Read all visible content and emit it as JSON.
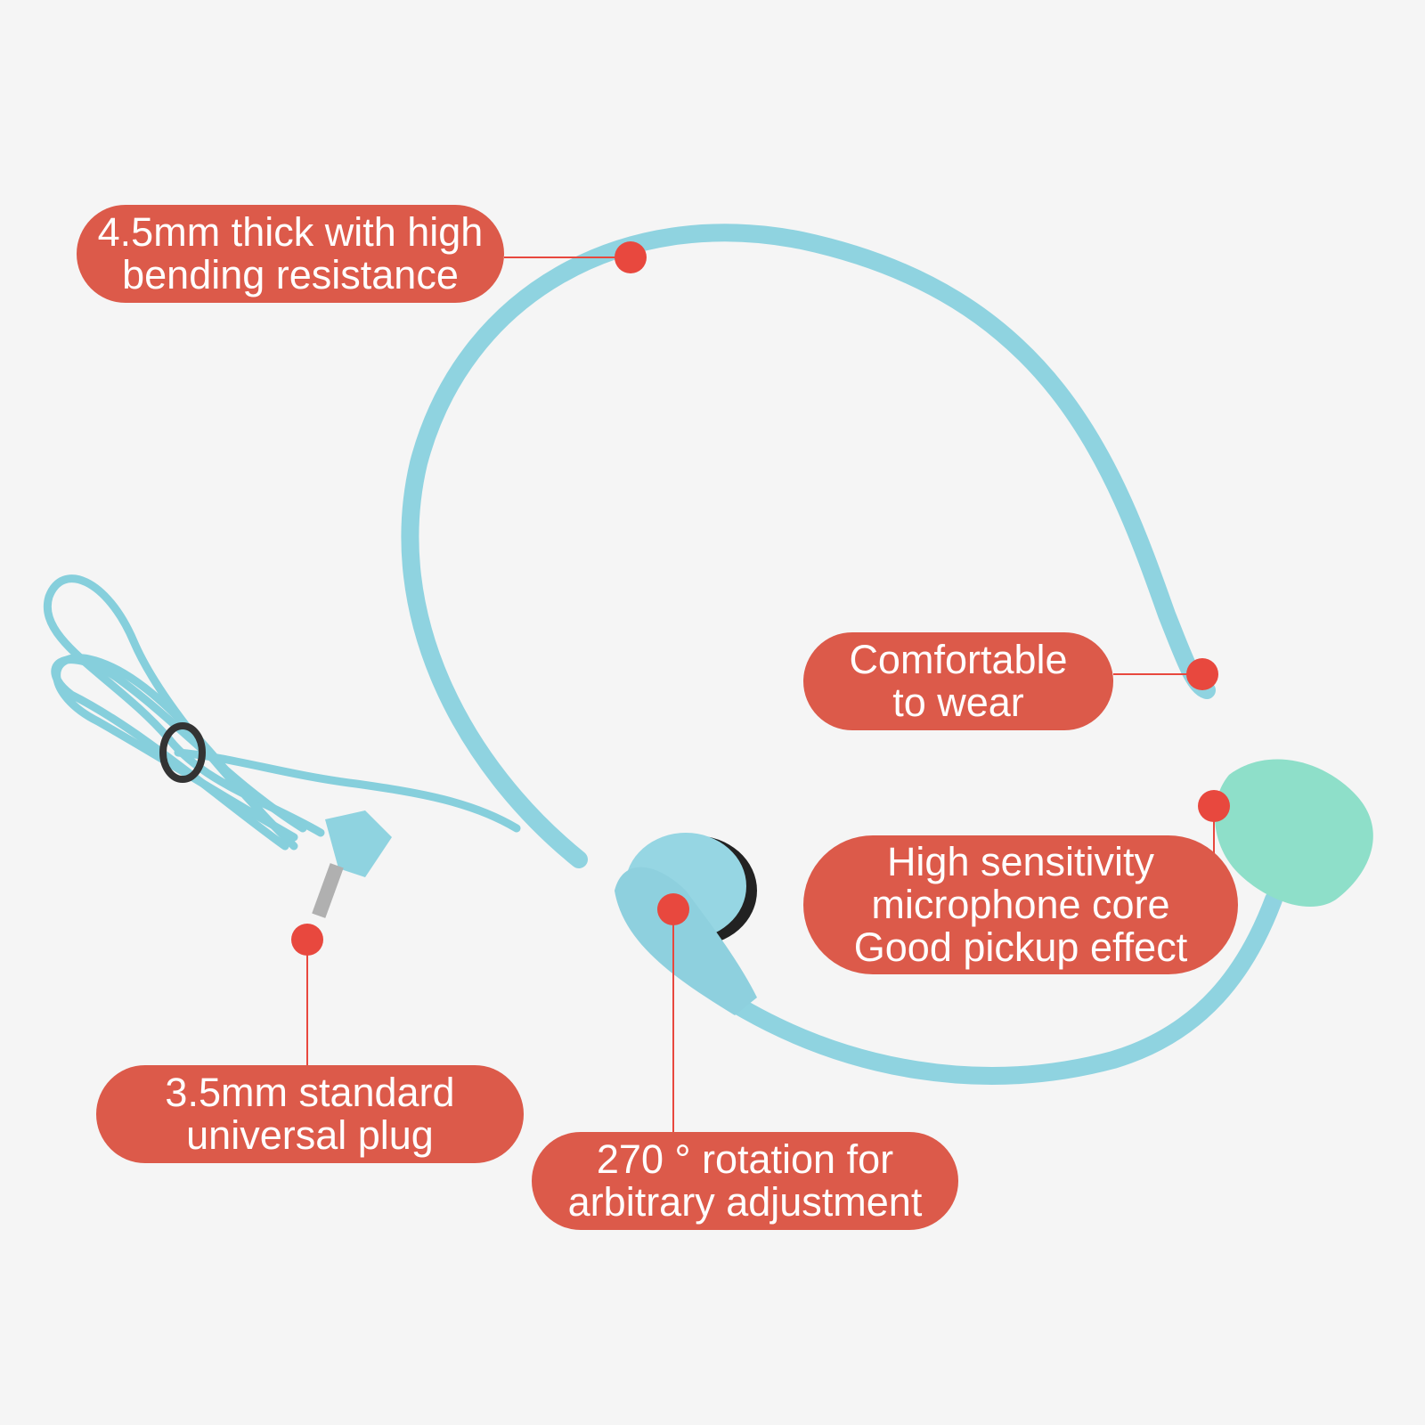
{
  "colors": {
    "background": "#f5f5f5",
    "label": "#dc5a4a",
    "dot": "#e8483e",
    "cable": "#8fd3e0",
    "foam": "#8edfc9"
  },
  "callouts": [
    {
      "id": "headband",
      "lines": [
        "4.5mm thick with high",
        "bending resistance"
      ]
    },
    {
      "id": "ear-hook",
      "lines": [
        "Comfortable",
        "to wear"
      ]
    },
    {
      "id": "microphone",
      "lines": [
        "High sensitivity",
        "microphone core",
        "Good pickup effect"
      ]
    },
    {
      "id": "plug",
      "lines": [
        "3.5mm standard",
        "universal plug"
      ]
    },
    {
      "id": "rotation",
      "lines": [
        "270 ° rotation for",
        "arbitrary adjustment"
      ]
    }
  ]
}
